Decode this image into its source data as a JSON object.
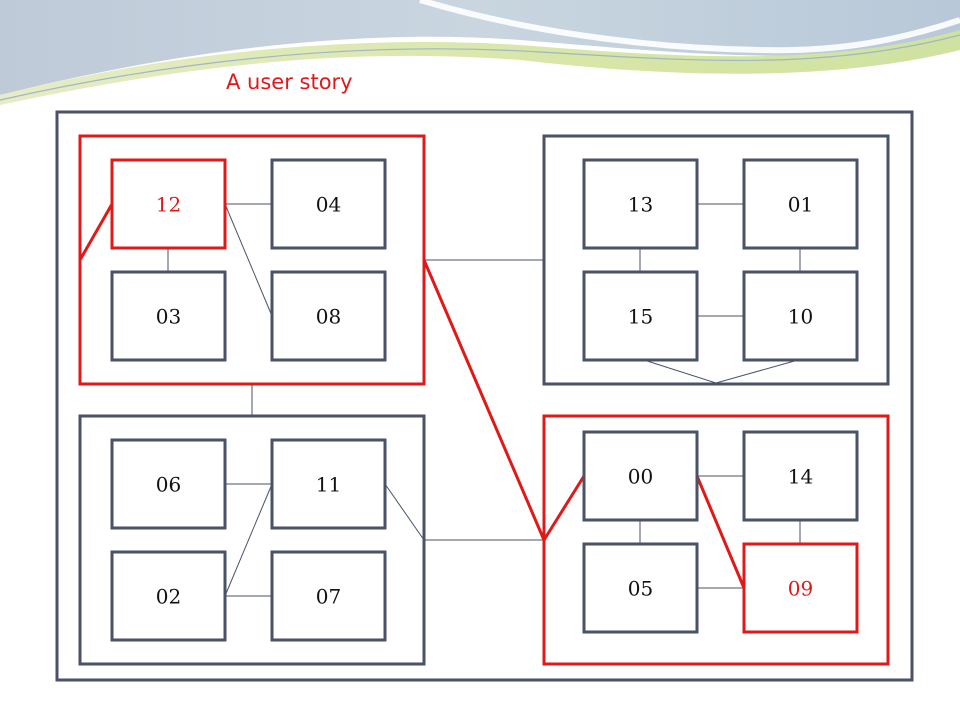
{
  "title": "A user story",
  "colors": {
    "frame": "#4a5268",
    "highlight": "#e01818",
    "link": "#4a5268",
    "text": "#111111"
  },
  "nodes": [
    {
      "id": "n12",
      "label": "12",
      "highlight": true
    },
    {
      "id": "n04",
      "label": "04",
      "highlight": false
    },
    {
      "id": "n03",
      "label": "03",
      "highlight": false
    },
    {
      "id": "n08",
      "label": "08",
      "highlight": false
    },
    {
      "id": "n13",
      "label": "13",
      "highlight": false
    },
    {
      "id": "n01",
      "label": "01",
      "highlight": false
    },
    {
      "id": "n15",
      "label": "15",
      "highlight": false
    },
    {
      "id": "n10",
      "label": "10",
      "highlight": false
    },
    {
      "id": "n06",
      "label": "06",
      "highlight": false
    },
    {
      "id": "n11",
      "label": "11",
      "highlight": false
    },
    {
      "id": "n02",
      "label": "02",
      "highlight": false
    },
    {
      "id": "n07",
      "label": "07",
      "highlight": false
    },
    {
      "id": "n00",
      "label": "00",
      "highlight": false
    },
    {
      "id": "n14",
      "label": "14",
      "highlight": false
    },
    {
      "id": "n05",
      "label": "05",
      "highlight": false
    },
    {
      "id": "n09",
      "label": "09",
      "highlight": true
    }
  ],
  "groups": [
    {
      "id": "top-left",
      "highlight": true
    },
    {
      "id": "top-right",
      "highlight": false
    },
    {
      "id": "bottom-left",
      "highlight": false
    },
    {
      "id": "bottom-right",
      "highlight": true
    }
  ]
}
